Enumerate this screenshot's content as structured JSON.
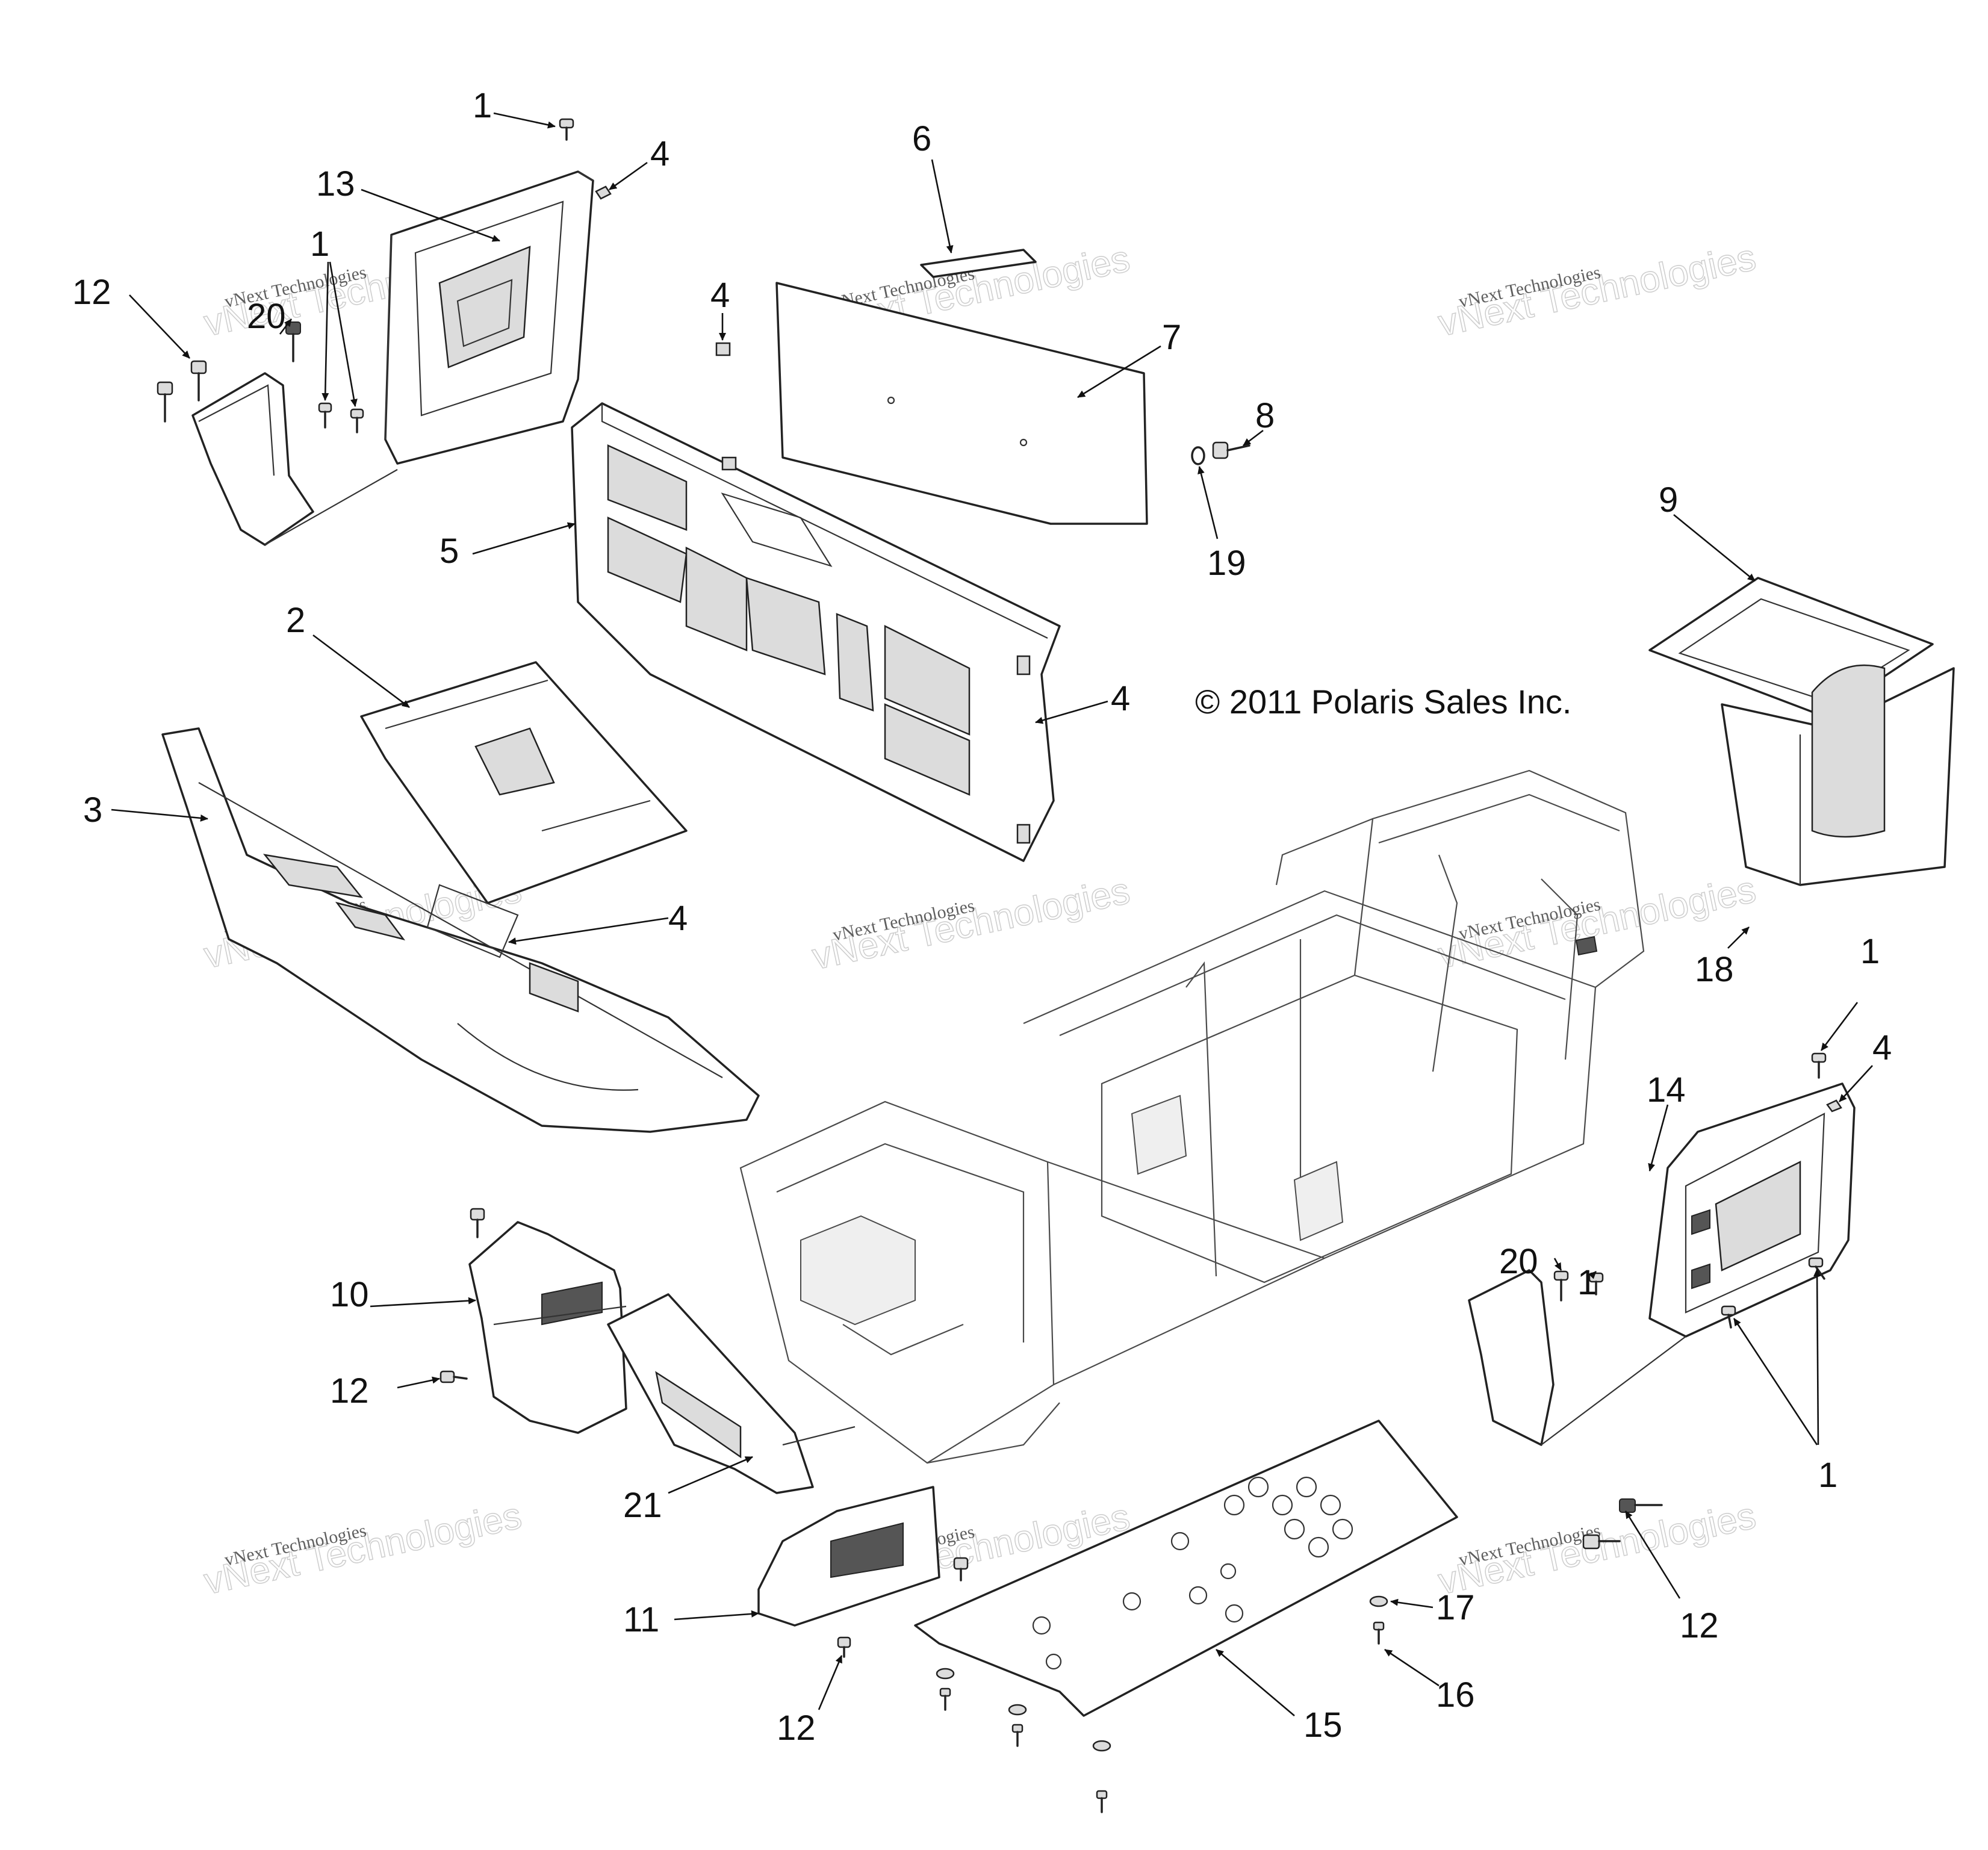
{
  "diagram": {
    "copyright": "© 2011 Polaris Sales Inc.",
    "watermark_line1": "vNext Technologies",
    "watermark_line2": "vNext Technologies",
    "callouts": [
      {
        "id": "c1a",
        "label": "1"
      },
      {
        "id": "c4a",
        "label": "4"
      },
      {
        "id": "c13",
        "label": "13"
      },
      {
        "id": "c1b",
        "label": "1"
      },
      {
        "id": "c12a",
        "label": "12"
      },
      {
        "id": "c20a",
        "label": "20"
      },
      {
        "id": "c6",
        "label": "6"
      },
      {
        "id": "c7",
        "label": "7"
      },
      {
        "id": "c4b",
        "label": "4"
      },
      {
        "id": "c8",
        "label": "8"
      },
      {
        "id": "c19",
        "label": "19"
      },
      {
        "id": "c5",
        "label": "5"
      },
      {
        "id": "c9",
        "label": "9"
      },
      {
        "id": "c2",
        "label": "2"
      },
      {
        "id": "c4c",
        "label": "4"
      },
      {
        "id": "c3",
        "label": "3"
      },
      {
        "id": "c4d",
        "label": "4"
      },
      {
        "id": "c18",
        "label": "18"
      },
      {
        "id": "c1c",
        "label": "1"
      },
      {
        "id": "c4e",
        "label": "4"
      },
      {
        "id": "c14",
        "label": "14"
      },
      {
        "id": "c10",
        "label": "10"
      },
      {
        "id": "c20b",
        "label": "20"
      },
      {
        "id": "c1d",
        "label": "1"
      },
      {
        "id": "c12b",
        "label": "12"
      },
      {
        "id": "c1e",
        "label": "1"
      },
      {
        "id": "c21",
        "label": "21"
      },
      {
        "id": "c11",
        "label": "11"
      },
      {
        "id": "c17",
        "label": "17"
      },
      {
        "id": "c12c",
        "label": "12"
      },
      {
        "id": "c16",
        "label": "16"
      },
      {
        "id": "c12d",
        "label": "12"
      },
      {
        "id": "c15",
        "label": "15"
      }
    ]
  }
}
